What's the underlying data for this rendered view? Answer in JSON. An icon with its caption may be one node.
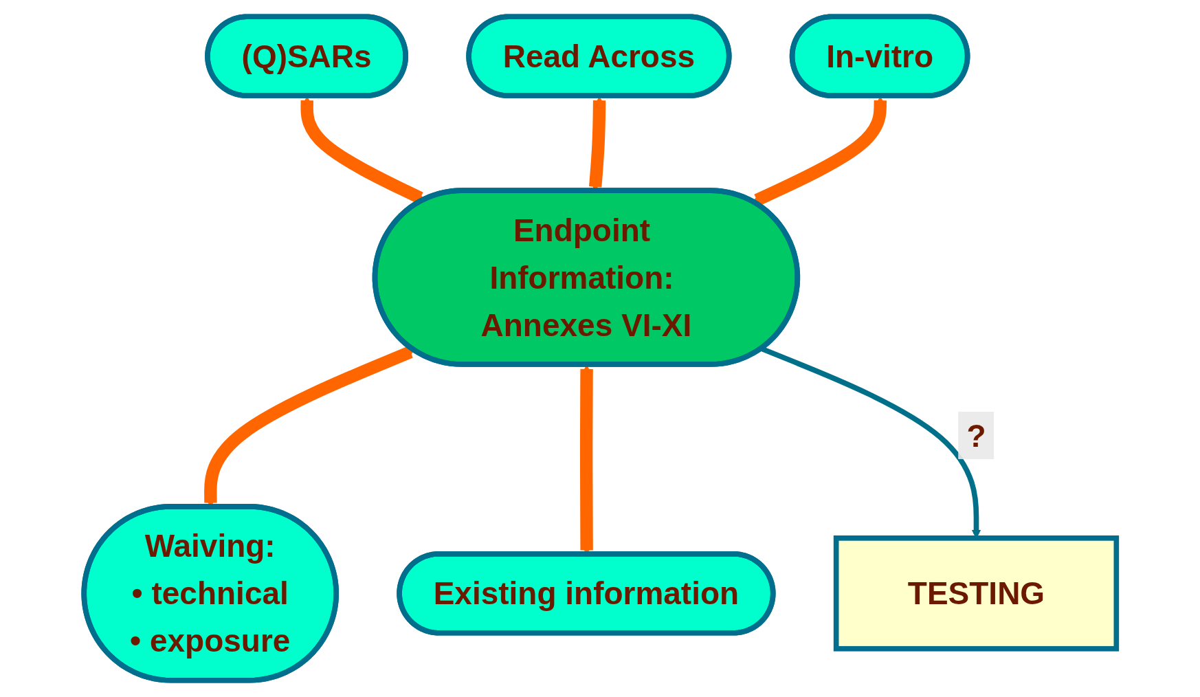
{
  "diagram": {
    "nodes": [
      {
        "text": [
          "Read Across"
        ]
      },
      {
        "text": [
          "(Q)SARs"
        ]
      },
      {
        "text": [
          "Endpoint Information: Annexes VI-XI"
        ]
      },
      {
        "text": [
          "In-vitro"
        ]
      },
      {
        "text": [
          "Waiving:",
          "• technical",
          "• exposure"
        ]
      },
      {
        "text": [
          "Existing information"
        ]
      },
      {
        "text": [
          "TESTING"
        ]
      }
    ],
    "edges": [
      {
        "from": 1,
        "to": 2,
        "arrow": "both"
      },
      {
        "from": 0,
        "to": 2,
        "arrow": "both"
      },
      {
        "from": 3,
        "to": 2,
        "arrow": "both"
      },
      {
        "from": 2,
        "to": 4,
        "arrow": "both"
      },
      {
        "from": 2,
        "to": 5,
        "arrow": "both"
      },
      {
        "from": 2,
        "to": 6,
        "arrow": "to",
        "label": "?",
        "color": "#00708a"
      }
    ]
  }
}
